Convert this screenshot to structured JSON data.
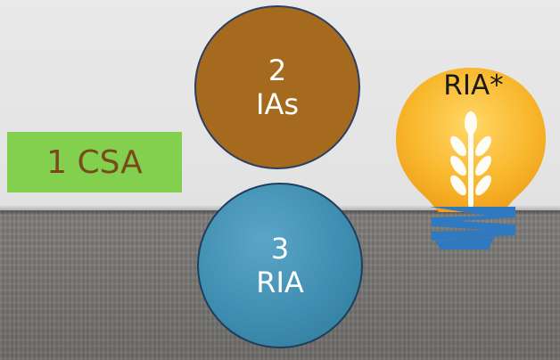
{
  "circles": {
    "ias": {
      "number": "2",
      "label": "IAs"
    },
    "ria": {
      "number": "3",
      "label": "RIA"
    }
  },
  "csa_box": {
    "label": "1 CSA"
  },
  "bulb": {
    "label": "RIA*",
    "icon": "lightbulb-wheat-icon"
  },
  "colors": {
    "ias_circle": "#a66a1e",
    "ria_circle": "#3f8db0",
    "csa_box": "#83cf4e",
    "csa_text": "#7a4a1a",
    "bulb_yellow": "#f7b52a",
    "bulb_base": "#2f79c0"
  }
}
